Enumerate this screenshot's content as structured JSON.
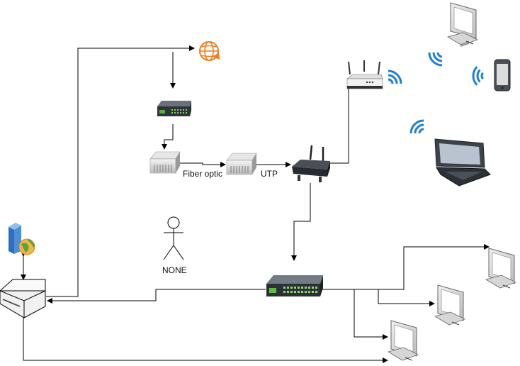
{
  "labels": {
    "fiber": "Fiber optic",
    "utp": "UTP",
    "actor": "NONE"
  },
  "colors": {
    "line": "#000000",
    "wifi": "#1e7fd6",
    "internet": "#f07c1b",
    "device_dark": "#3a3f47",
    "monitor_gray": "#d6d6d6"
  }
}
